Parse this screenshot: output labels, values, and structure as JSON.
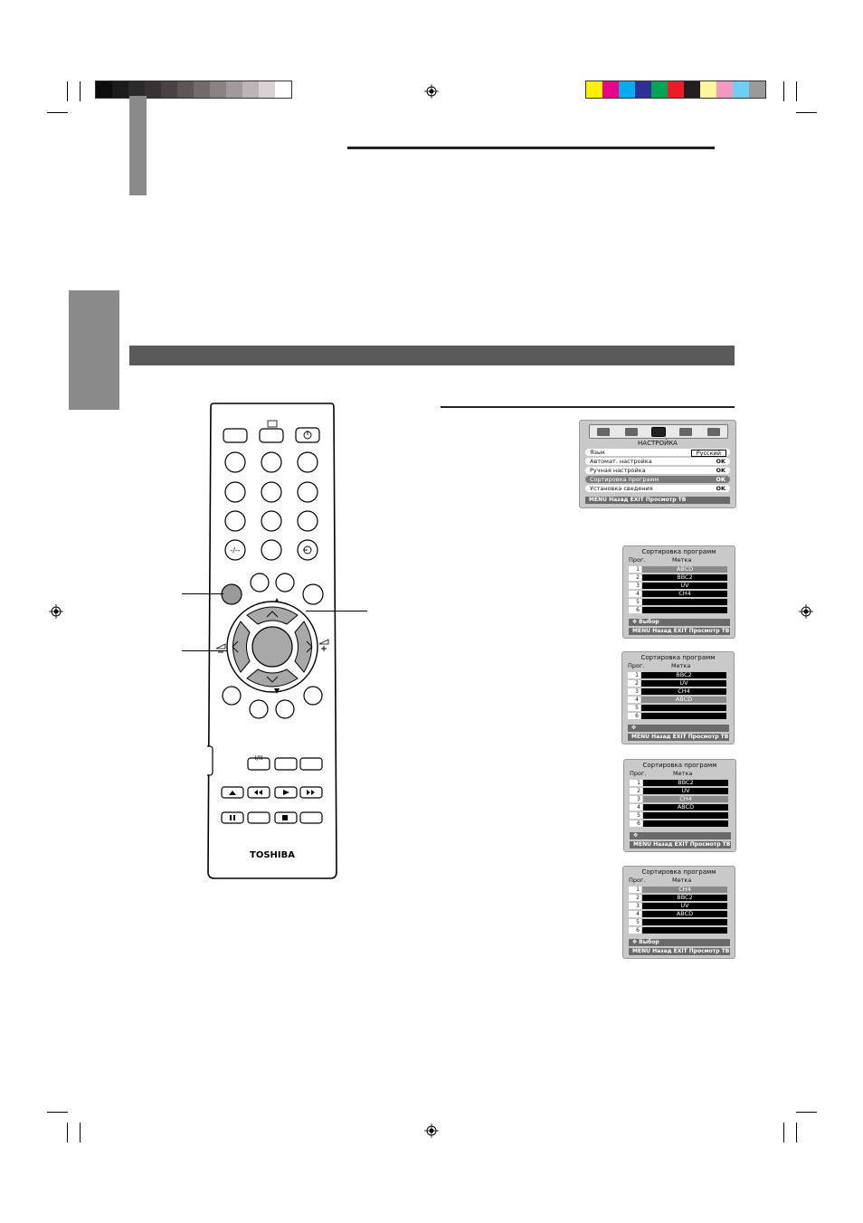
{
  "colors": {
    "gray_swatches": [
      "#0c0c0c",
      "#1b1b1b",
      "#2a2a2a",
      "#393232",
      "#4a4242",
      "#5e5555",
      "#736a6a",
      "#8a8282",
      "#a29a9a",
      "#bcb5b5",
      "#d8d2d2",
      "#ffffff"
    ],
    "color_swatches": [
      "#fff200",
      "#ec008c",
      "#00aeef",
      "#2e3192",
      "#00a651",
      "#ed1c24",
      "#231f20",
      "#fff799",
      "#f49ac1",
      "#6dcff6",
      "#9a9a9a"
    ],
    "tab_gray": "#8a8a8a",
    "section_bar": "#5a5a5a"
  },
  "remote": {
    "brand": "TOSHIBA",
    "label_ab": "I/II"
  },
  "menu_setup": {
    "title": "НАСТРОЙКА",
    "rows": [
      {
        "label": "Язык",
        "value": "Русский"
      },
      {
        "label": "Автомат. настройка",
        "value": "OK"
      },
      {
        "label": "Ручная настройка",
        "value": "OK"
      },
      {
        "label": "Сортировка программ",
        "value": "OK"
      },
      {
        "label": "Установка сведения",
        "value": "OK"
      }
    ],
    "footer": {
      "menu_key": "MENU",
      "back": "Назад",
      "exit_key": "EXIT",
      "view": "Просмотр ТВ"
    }
  },
  "sort_screens": [
    {
      "title": "Сортировка программ",
      "col_prog": "Прог.",
      "col_label": "Метка",
      "rows": [
        "ABCD",
        "BBC2",
        "UV",
        "CH4",
        "",
        ""
      ],
      "select_text": "Выбор",
      "footer": {
        "menu_key": "MENU",
        "back": "Назад",
        "exit_key": "EXIT",
        "view": "Просмотр ТВ"
      }
    },
    {
      "title": "Сортировка программ",
      "col_prog": "Прог.",
      "col_label": "Метка",
      "rows": [
        "BBC2",
        "UV",
        "CH4",
        "ABCD",
        "",
        ""
      ],
      "select_text": "",
      "footer": {
        "menu_key": "MENU",
        "back": "Назад",
        "exit_key": "EXIT",
        "view": "Просмотр ТВ"
      }
    },
    {
      "title": "Сортировка программ",
      "col_prog": "Прог.",
      "col_label": "Метка",
      "rows": [
        "BBC2",
        "UV",
        "CH4",
        "ABCD",
        "",
        ""
      ],
      "select_text": "",
      "footer": {
        "menu_key": "MENU",
        "back": "Назад",
        "exit_key": "EXIT",
        "view": "Просмотр ТВ"
      }
    },
    {
      "title": "Сортировка программ",
      "col_prog": "Прог.",
      "col_label": "Метка",
      "rows": [
        "CH4",
        "BBC2",
        "UV",
        "ABCD",
        "",
        ""
      ],
      "select_text": "Выбор",
      "footer": {
        "menu_key": "MENU",
        "back": "Назад",
        "exit_key": "EXIT",
        "view": "Просмотр ТВ"
      }
    }
  ],
  "row_numbers": [
    "1",
    "2",
    "3",
    "4",
    "5",
    "6"
  ]
}
